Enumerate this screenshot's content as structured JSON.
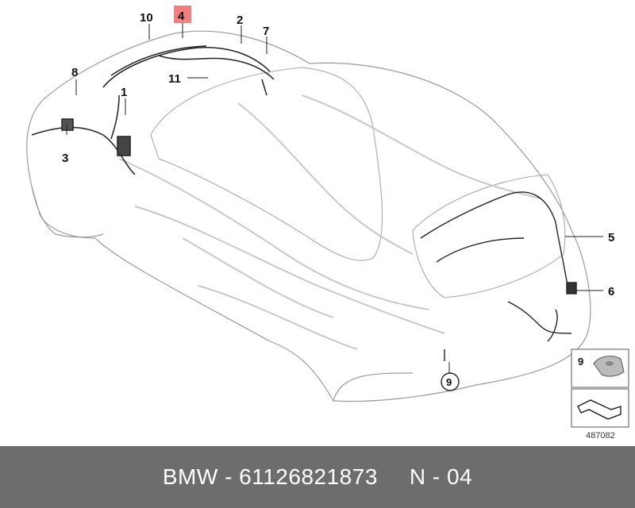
{
  "callouts": {
    "c1": "1",
    "c2": "2",
    "c3": "3",
    "c4": "4",
    "c5": "5",
    "c6": "6",
    "c7": "7",
    "c8": "8",
    "c9": "9",
    "c10": "10",
    "c11": "11"
  },
  "highlight_color": "#f08080",
  "inset": {
    "label": "9",
    "diagram_number": "487082"
  },
  "footer": {
    "brand": "BMW - 61126821873",
    "variant": "N - 04"
  }
}
